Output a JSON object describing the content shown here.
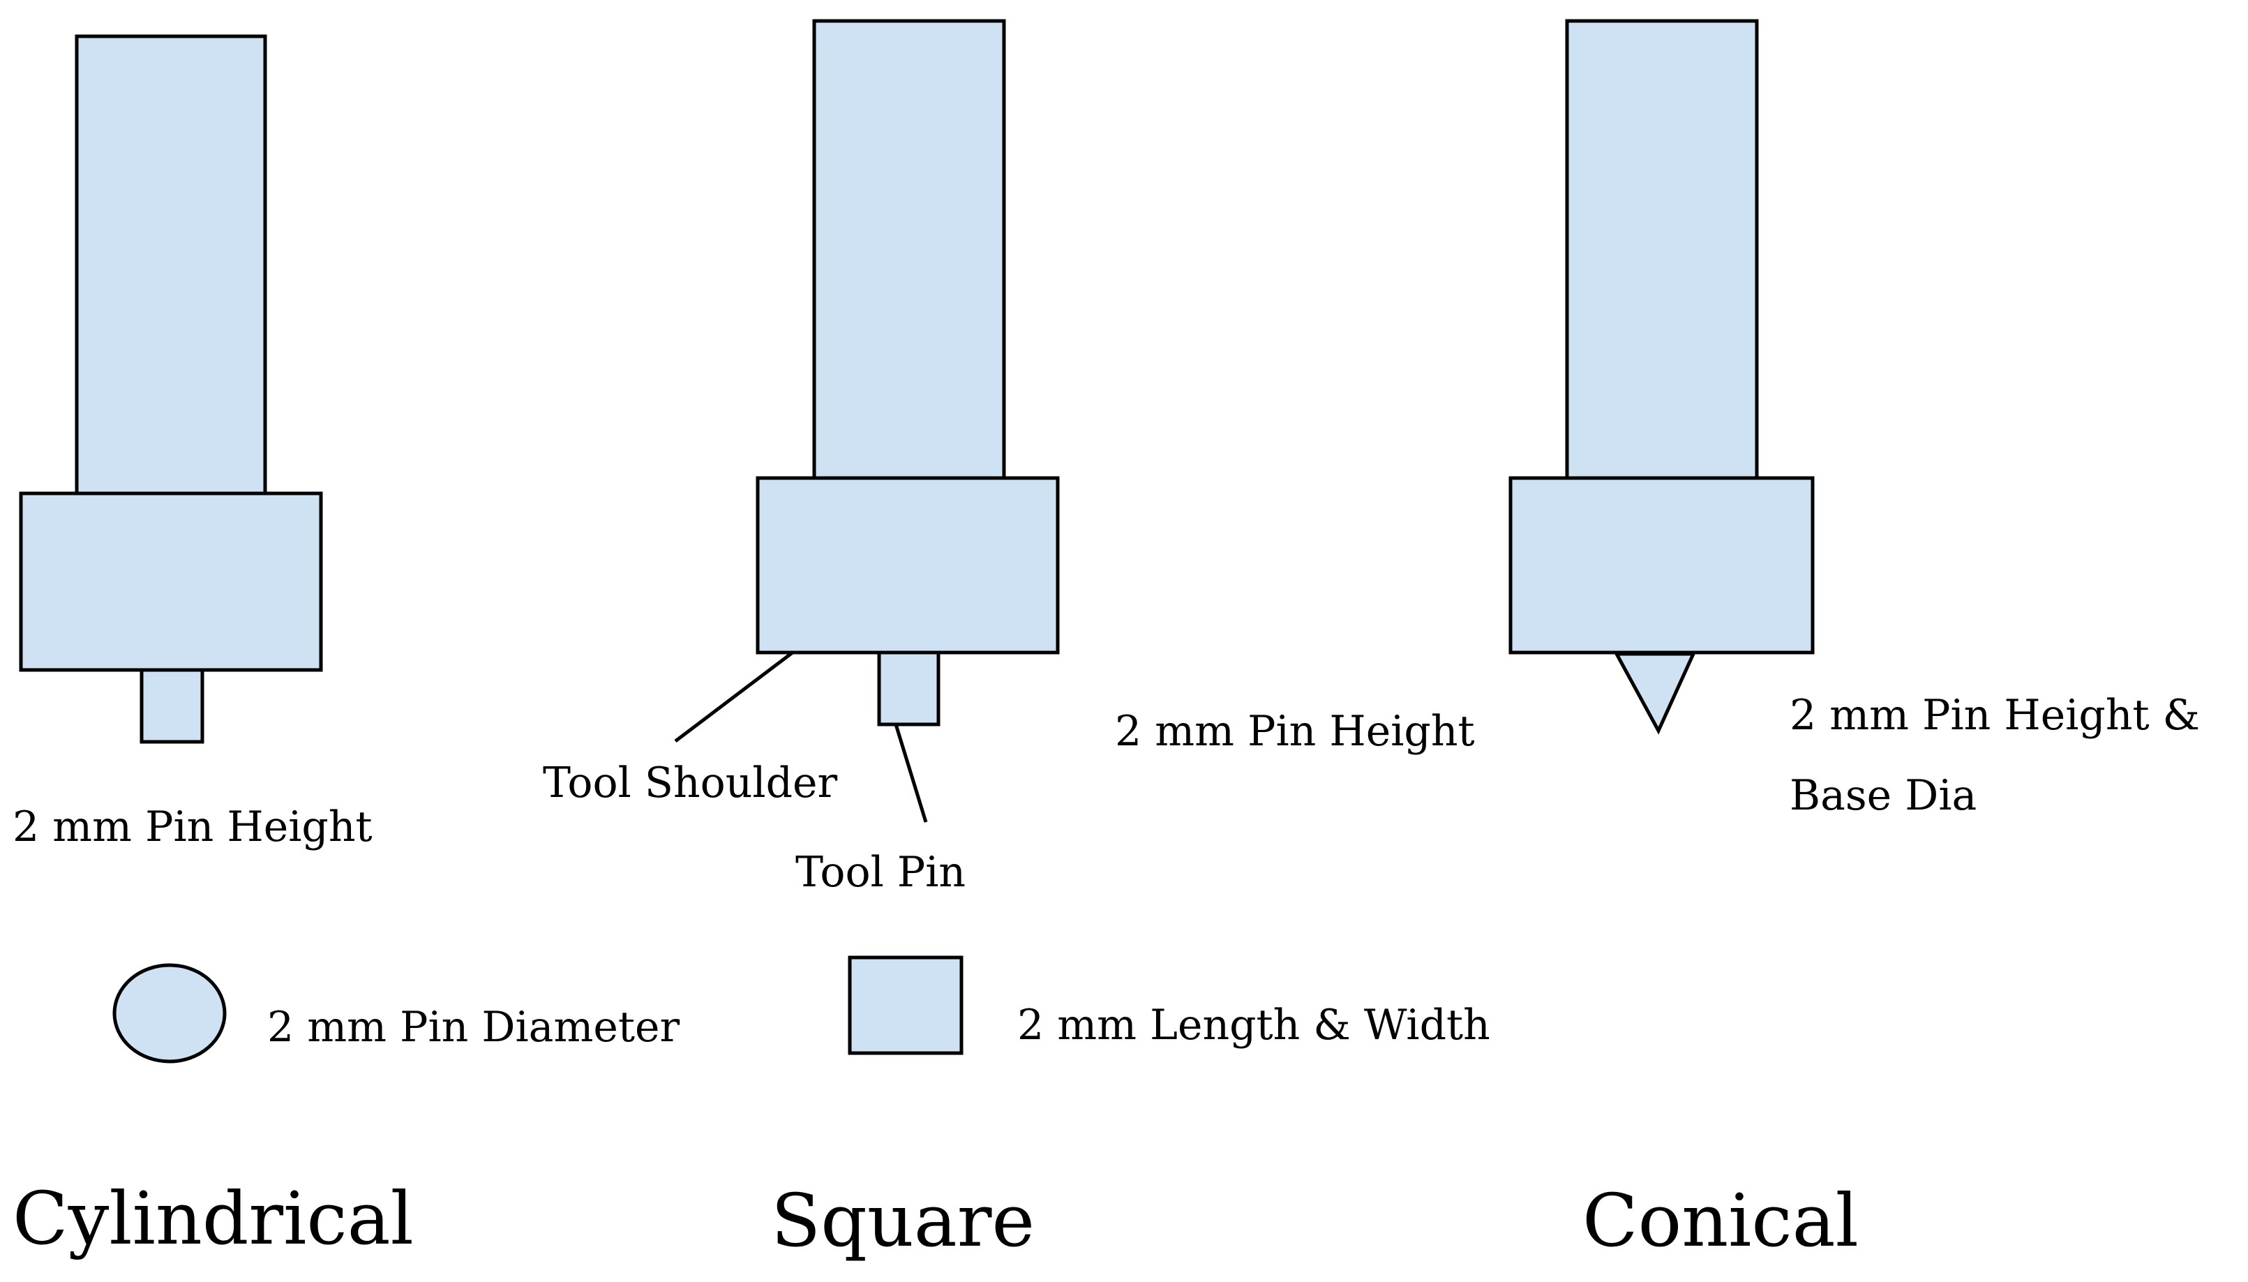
{
  "colors": {
    "tool_fill": "#cfe2f3",
    "outline": "#000000",
    "background": "#ffffff"
  },
  "tools": [
    {
      "name": "Cylindrical",
      "pin_label": "2 mm Pin Height",
      "cross_section_label": "2 mm Pin Diameter",
      "cross_section_shape": "circle"
    },
    {
      "name": "Square",
      "pin_label": "2 mm Pin Height",
      "cross_section_label": "2 mm Length & Width",
      "cross_section_shape": "square",
      "callouts": {
        "shoulder": "Tool Shoulder",
        "pin": "Tool Pin"
      }
    },
    {
      "name": "Conical",
      "pin_label_lines": [
        "2 mm Pin Height &",
        "Base Dia"
      ],
      "pin_shape": "cone"
    }
  ]
}
